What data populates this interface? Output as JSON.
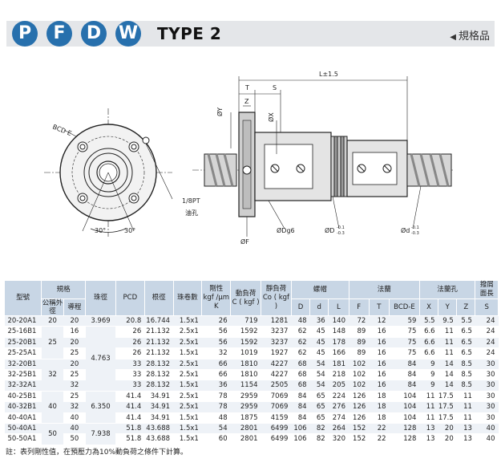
{
  "header": {
    "logo_letters": [
      "P",
      "F",
      "D",
      "W"
    ],
    "type_title": "TYPE 2",
    "spec_link": "規格品",
    "spec_link_icon": "triangle-left-icon",
    "accent_color": "#2770ad",
    "band_color": "#e4e6e9"
  },
  "drawing": {
    "bcd_label": "BCD E",
    "angle_label_1": "30°",
    "angle_label_2": "30°",
    "oil_hole_label": "1/8PT",
    "oil_hole_caption": "油孔",
    "dim_L": "L±1.5",
    "dim_T": "T",
    "dim_S": "S",
    "dim_Z": "Z",
    "dim_Y": "ØY",
    "dim_X": "ØX",
    "dim_F": "ØF",
    "dim_Dg6": "ØDg6",
    "dim_D": "ØD",
    "dim_D_tol_upper": "-0.1",
    "dim_D_tol_lower": "-0.3",
    "dim_d": "Ød",
    "dim_d_tol_upper": "-0.1",
    "dim_d_tol_lower": "-0.3"
  },
  "table": {
    "headers": {
      "model": "型號",
      "spec": "規格",
      "nominal_od": "公稱外徑",
      "lead": "導程",
      "ball_dia": "珠徑",
      "pcd": "PCD",
      "root_dia": "根徑",
      "circuits": "珠卷數",
      "stiffness_1": "剛性",
      "stiffness_2": "kgf /μm",
      "stiffness_3": "K",
      "dyn_load_1": "動負荷",
      "dyn_load_2": "C ( kgf )",
      "static_load_1": "靜負荷",
      "static_load_2": "Co ( kgf )",
      "nut": "螺帽",
      "flange": "法蘭",
      "flange_holes": "法蘭孔",
      "wiper_1": "撥屑",
      "wiper_2": "面長",
      "D": "D",
      "d": "d",
      "L": "L",
      "F": "F",
      "T": "T",
      "BCD_E": "BCD-E",
      "X": "X",
      "Y": "Y",
      "Z": "Z",
      "S": "S"
    },
    "groups": [
      {
        "od": "20",
        "ball": "3.969",
        "rows": [
          {
            "model": "20-20A1",
            "lead": "20",
            "pcd": "20.8",
            "root": "16.744",
            "circ": "1.5x1",
            "k": "26",
            "c": "719",
            "co": "1281",
            "D": "48",
            "d": "36",
            "L": "140",
            "F": "72",
            "T": "12",
            "E": "59",
            "X": "5.5",
            "Y": "9.5",
            "Z": "5.5",
            "S": "24"
          }
        ]
      },
      {
        "od": "25",
        "ball": "4.763",
        "rows": [
          {
            "model": "25-16B1",
            "lead": "16",
            "pcd": "26",
            "root": "21.132",
            "circ": "2.5x1",
            "k": "56",
            "c": "1592",
            "co": "3237",
            "D": "62",
            "d": "45",
            "L": "148",
            "F": "89",
            "T": "16",
            "E": "75",
            "X": "6.6",
            "Y": "11",
            "Z": "6.5",
            "S": "24"
          },
          {
            "model": "25-20B1",
            "lead": "20",
            "pcd": "26",
            "root": "21.132",
            "circ": "2.5x1",
            "k": "56",
            "c": "1592",
            "co": "3237",
            "D": "62",
            "d": "45",
            "L": "178",
            "F": "89",
            "T": "16",
            "E": "75",
            "X": "6.6",
            "Y": "11",
            "Z": "6.5",
            "S": "24"
          },
          {
            "model": "25-25A1",
            "lead": "25",
            "pcd": "26",
            "root": "21.132",
            "circ": "1.5x1",
            "k": "32",
            "c": "1019",
            "co": "1927",
            "D": "62",
            "d": "45",
            "L": "166",
            "F": "89",
            "T": "16",
            "E": "75",
            "X": "6.6",
            "Y": "11",
            "Z": "6.5",
            "S": "24"
          }
        ]
      },
      {
        "od": "32",
        "ball": "",
        "rows": [
          {
            "model": "32-20B1",
            "lead": "20",
            "pcd": "33",
            "root": "28.132",
            "circ": "2.5x1",
            "k": "66",
            "c": "1810",
            "co": "4227",
            "D": "68",
            "d": "54",
            "L": "181",
            "F": "102",
            "T": "16",
            "E": "84",
            "X": "9",
            "Y": "14",
            "Z": "8.5",
            "S": "30"
          },
          {
            "model": "32-25B1",
            "lead": "25",
            "pcd": "33",
            "root": "28.132",
            "circ": "2.5x1",
            "k": "66",
            "c": "1810",
            "co": "4227",
            "D": "68",
            "d": "54",
            "L": "218",
            "F": "102",
            "T": "16",
            "E": "84",
            "X": "9",
            "Y": "14",
            "Z": "8.5",
            "S": "30"
          },
          {
            "model": "32-32A1",
            "lead": "32",
            "pcd": "33",
            "root": "28.132",
            "circ": "1.5x1",
            "k": "36",
            "c": "1154",
            "co": "2505",
            "D": "68",
            "d": "54",
            "L": "205",
            "F": "102",
            "T": "16",
            "E": "84",
            "X": "9",
            "Y": "14",
            "Z": "8.5",
            "S": "30"
          }
        ]
      },
      {
        "od": "40",
        "ball": "6.350",
        "rows": [
          {
            "model": "40-25B1",
            "lead": "25",
            "pcd": "41.4",
            "root": "34.91",
            "circ": "2.5x1",
            "k": "78",
            "c": "2959",
            "co": "7069",
            "D": "84",
            "d": "65",
            "L": "224",
            "F": "126",
            "T": "18",
            "E": "104",
            "X": "11",
            "Y": "17.5",
            "Z": "11",
            "S": "30"
          },
          {
            "model": "40-32B1",
            "lead": "32",
            "pcd": "41.4",
            "root": "34.91",
            "circ": "2.5x1",
            "k": "78",
            "c": "2959",
            "co": "7069",
            "D": "84",
            "d": "65",
            "L": "276",
            "F": "126",
            "T": "18",
            "E": "104",
            "X": "11",
            "Y": "17.5",
            "Z": "11",
            "S": "30"
          },
          {
            "model": "40-40A1",
            "lead": "40",
            "pcd": "41.4",
            "root": "34.91",
            "circ": "1.5x1",
            "k": "48",
            "c": "1875",
            "co": "4159",
            "D": "84",
            "d": "65",
            "L": "274",
            "F": "126",
            "T": "18",
            "E": "104",
            "X": "11",
            "Y": "17.5",
            "Z": "11",
            "S": "30"
          }
        ]
      },
      {
        "od": "50",
        "ball": "7.938",
        "rows": [
          {
            "model": "50-40A1",
            "lead": "40",
            "pcd": "51.8",
            "root": "43.688",
            "circ": "1.5x1",
            "k": "54",
            "c": "2801",
            "co": "6499",
            "D": "106",
            "d": "82",
            "L": "264",
            "F": "152",
            "T": "22",
            "E": "128",
            "X": "13",
            "Y": "20",
            "Z": "13",
            "S": "40"
          },
          {
            "model": "50-50A1",
            "lead": "50",
            "pcd": "51.8",
            "root": "43.688",
            "circ": "1.5x1",
            "k": "60",
            "c": "2801",
            "co": "6499",
            "D": "106",
            "d": "82",
            "L": "320",
            "F": "152",
            "T": "22",
            "E": "128",
            "X": "13",
            "Y": "20",
            "Z": "13",
            "S": "40"
          }
        ]
      }
    ]
  },
  "note": "註：表列剛性值，在預壓力為10%動負荷之條件下計算。"
}
